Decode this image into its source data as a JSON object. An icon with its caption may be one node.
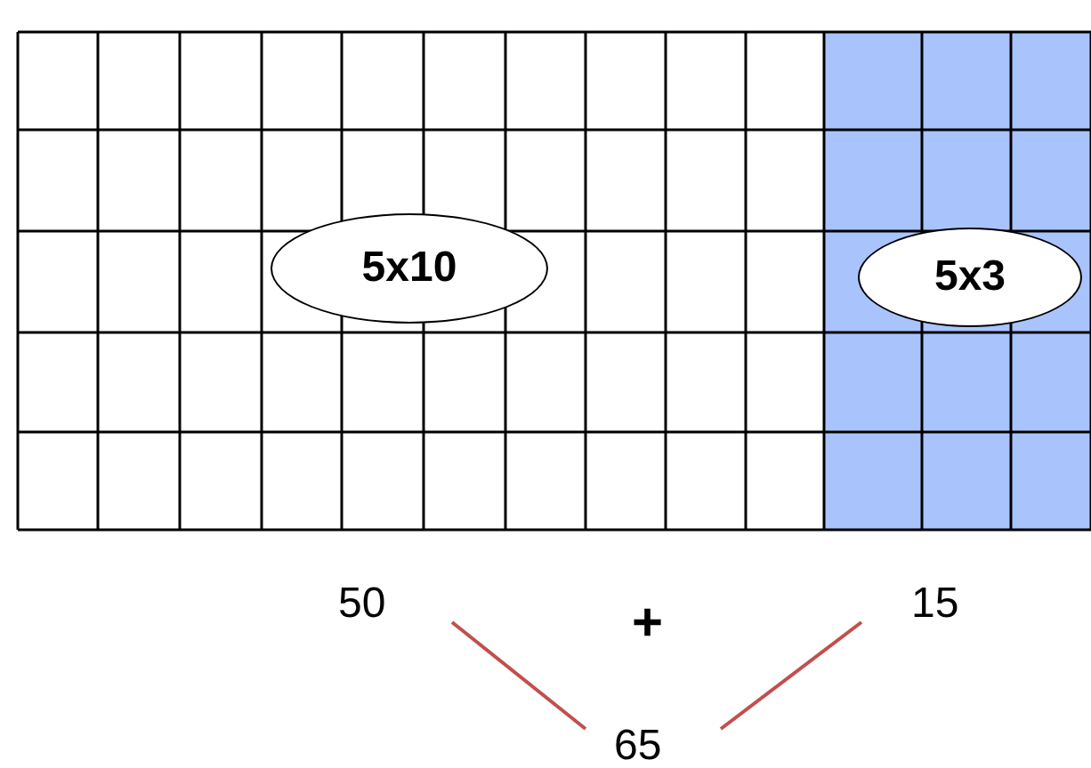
{
  "diagram": {
    "nodes": [
      {
        "text": [
          "5x10"
        ]
      },
      {
        "text": [
          "5x3"
        ]
      },
      {
        "text": [
          "50"
        ]
      },
      {
        "text": [
          "15"
        ]
      },
      {
        "text": [
          "65"
        ]
      }
    ],
    "edges": [
      {
        "from": 2,
        "to": 4,
        "arrow": "none"
      },
      {
        "from": 3,
        "to": 4,
        "arrow": "none"
      }
    ],
    "labels": [
      "+"
    ]
  }
}
